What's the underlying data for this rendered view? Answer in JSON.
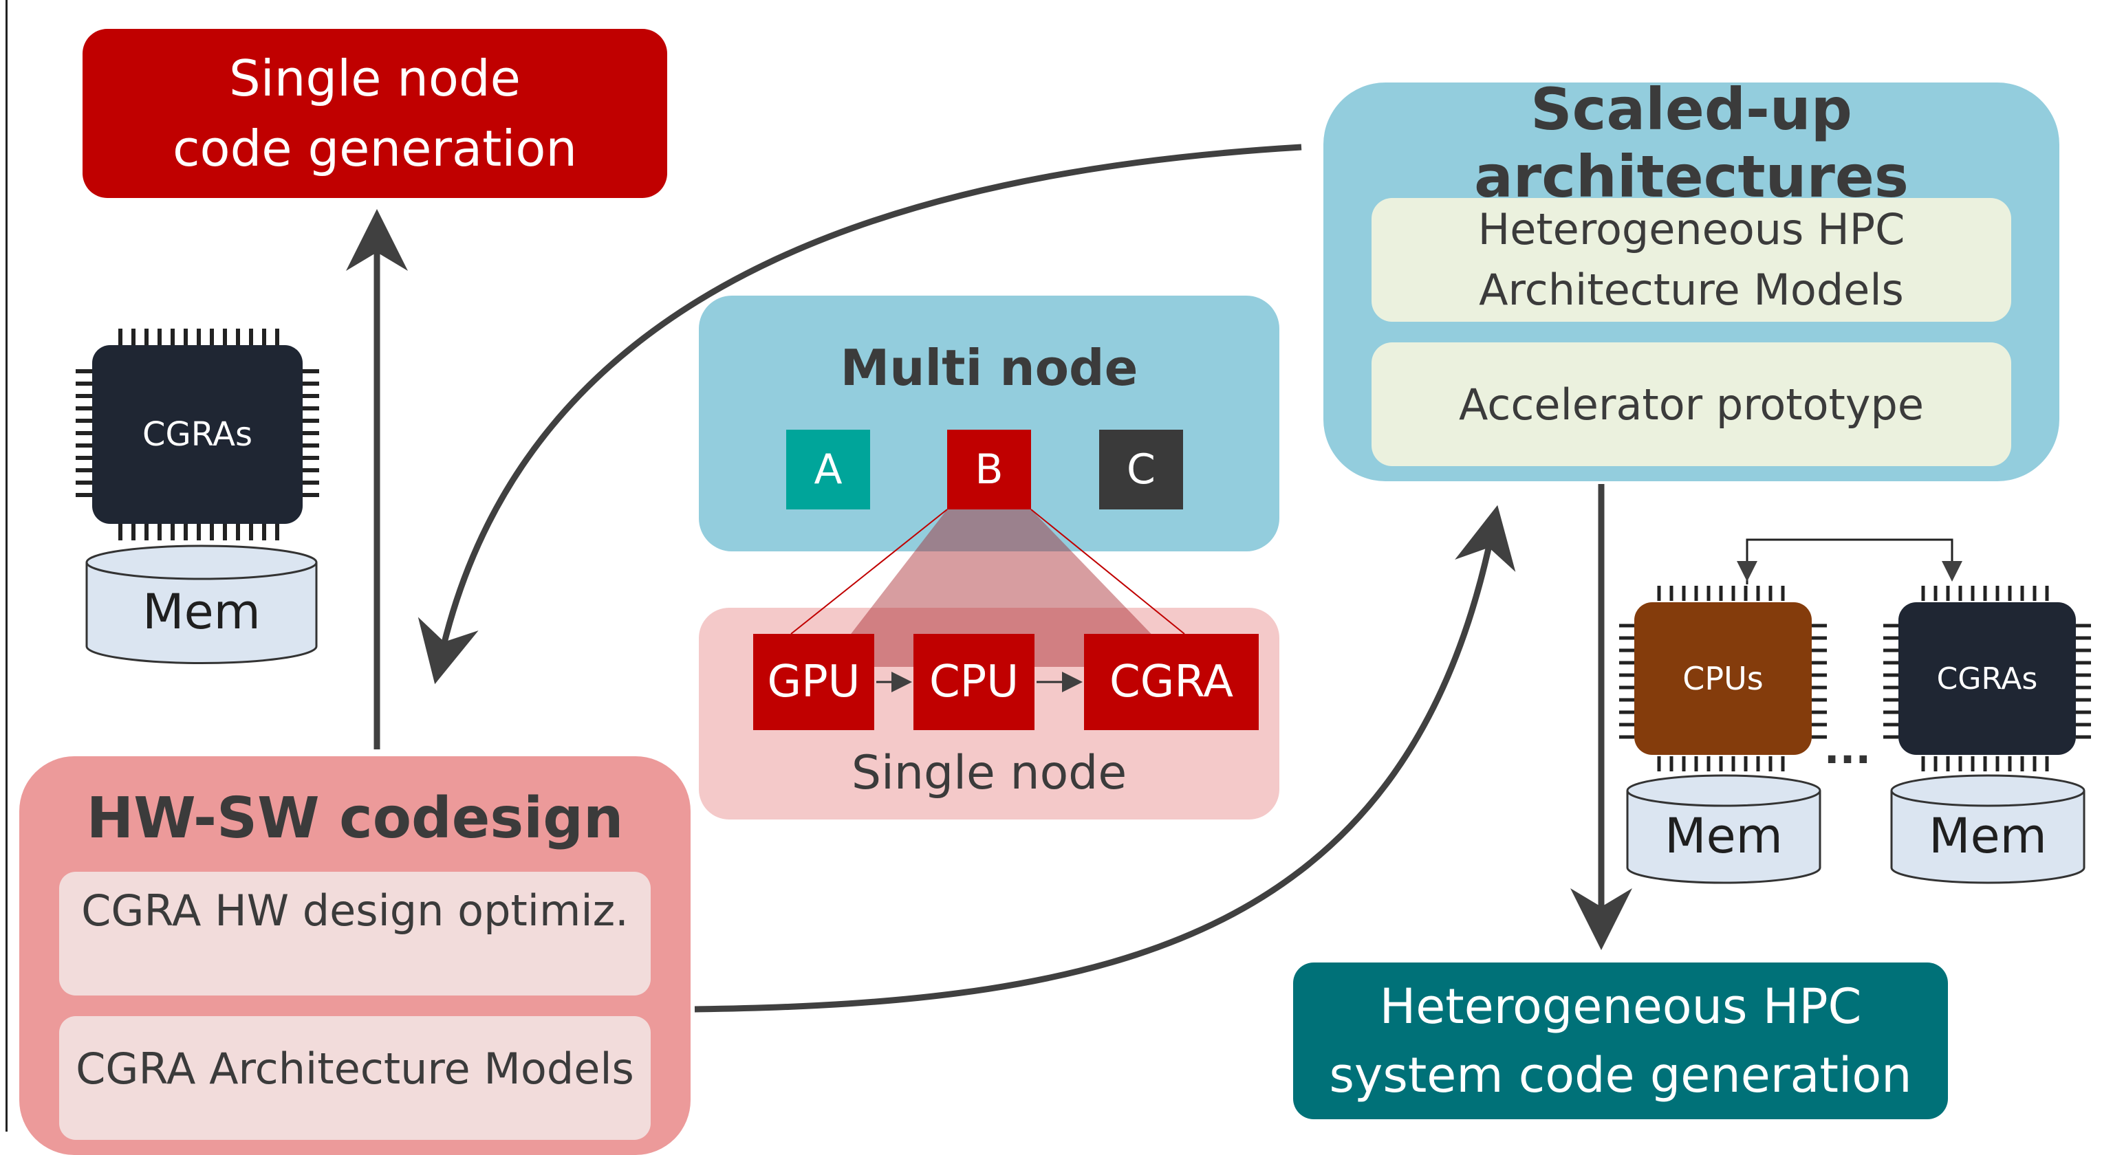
{
  "boxes": {
    "single_node_gen": "Single node code generation",
    "scaled_up": {
      "title": "Scaled-up architectures",
      "items": [
        "Heterogeneous HPC Architecture Models",
        "Accelerator prototype"
      ]
    },
    "multi_node": {
      "title": "Multi node",
      "nodes": [
        "A",
        "B",
        "C"
      ]
    },
    "single_node": {
      "label": "Single node",
      "nodes": [
        "GPU",
        "CPU",
        "CGRA"
      ]
    },
    "hwsw": {
      "title": "HW-SW codesign",
      "items": [
        "CGRA HW design optimiz.",
        "CGRA Architecture Models"
      ]
    },
    "hpc_gen": "Heterogeneous HPC system code generation"
  },
  "chips": {
    "left": {
      "label": "CGRAs",
      "mem": "Mem"
    },
    "right_cpus": {
      "label": "CPUs",
      "mem": "Mem"
    },
    "right_cgras": {
      "label": "CGRAs",
      "mem": "Mem"
    },
    "ellipsis": "..."
  },
  "colors": {
    "red": "#c00000",
    "teal_dark": "#007178",
    "blue_light": "#93cddd",
    "pink": "#ec9a9a",
    "pink_light": "#f4c9c9",
    "cream": "#ebf1de",
    "chip_dark": "#1f2633",
    "chip_brown": "#843c0c",
    "mem_fill": "#dbe5f1",
    "arrow": "#404040"
  }
}
